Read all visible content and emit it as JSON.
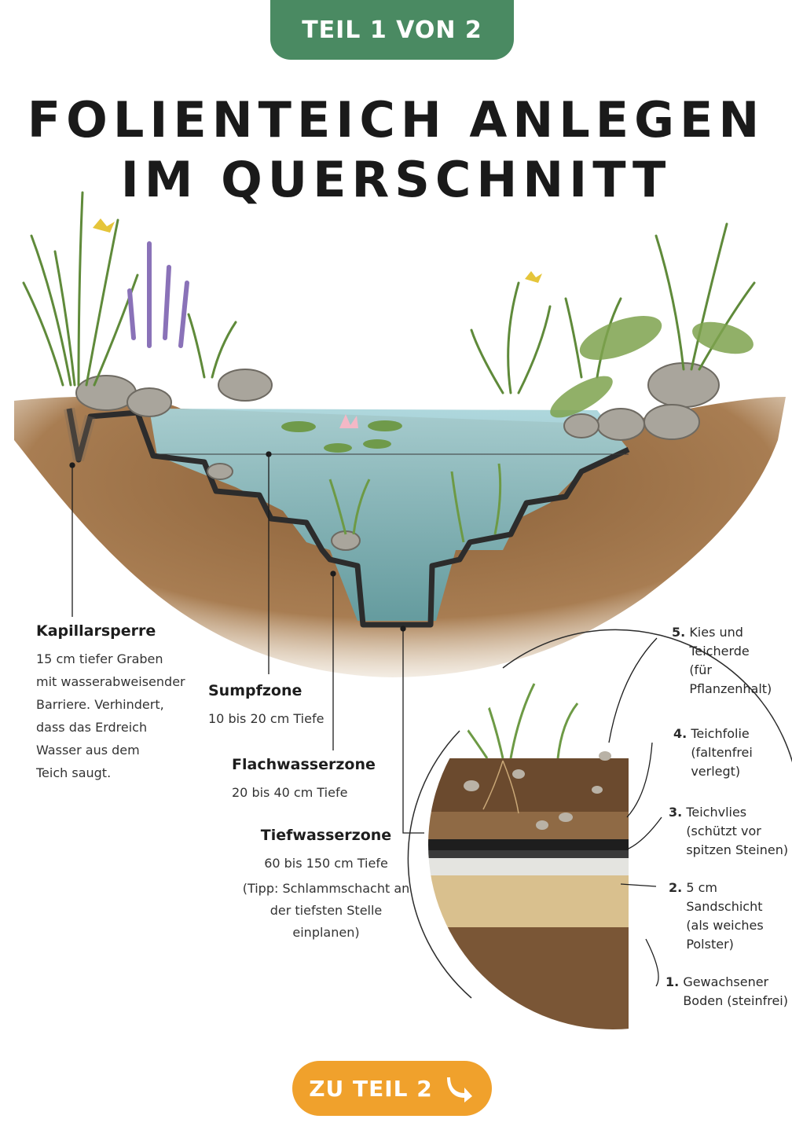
{
  "header": {
    "badge": "TEIL 1 VON 2",
    "title_line1": "FOLIENTEICH ANLEGEN",
    "title_line2": "IM QUERSCHNITT"
  },
  "zones": {
    "kapillarsperre": {
      "title": "Kapillarsperre",
      "text": "15 cm tiefer Graben\nmit wasserabweisender\nBarriere. Verhindert,\ndass das Erdreich\nWasser aus dem\nTeich saugt."
    },
    "sumpfzone": {
      "title": "Sumpfzone",
      "text": "10 bis 20 cm Tiefe"
    },
    "flachwasserzone": {
      "title": "Flachwasserzone",
      "text": "20 bis 40 cm Tiefe"
    },
    "tiefwasserzone": {
      "title": "Tiefwasserzone",
      "text": "60 bis 150 cm Tiefe",
      "tip": "(Tipp: Schlammschacht an\nder tiefsten Stelle einplanen)"
    }
  },
  "layers": [
    {
      "num": "1.",
      "text": "Gewachsener\nBoden (steinfrei)"
    },
    {
      "num": "2.",
      "text": "5 cm\nSandschicht\n(als weiches\nPolster)"
    },
    {
      "num": "3.",
      "text": "Teichvlies\n(schützt vor\nspitzen Steinen)"
    },
    {
      "num": "4.",
      "text": "Teichfolie\n(faltenfrei\nverlegt)"
    },
    {
      "num": "5.",
      "text": "Kies und\nTeicherde\n(für\nPflanzenhalt)"
    }
  ],
  "cta": {
    "label": "ZU TEIL 2",
    "icon": "arrow-down-right-icon"
  },
  "colors": {
    "badge_green": "#4a8a62",
    "cta_orange": "#f0a12c",
    "soil": "#9b7146",
    "water": "#8cc4cf",
    "liner": "#2c2c2c"
  }
}
